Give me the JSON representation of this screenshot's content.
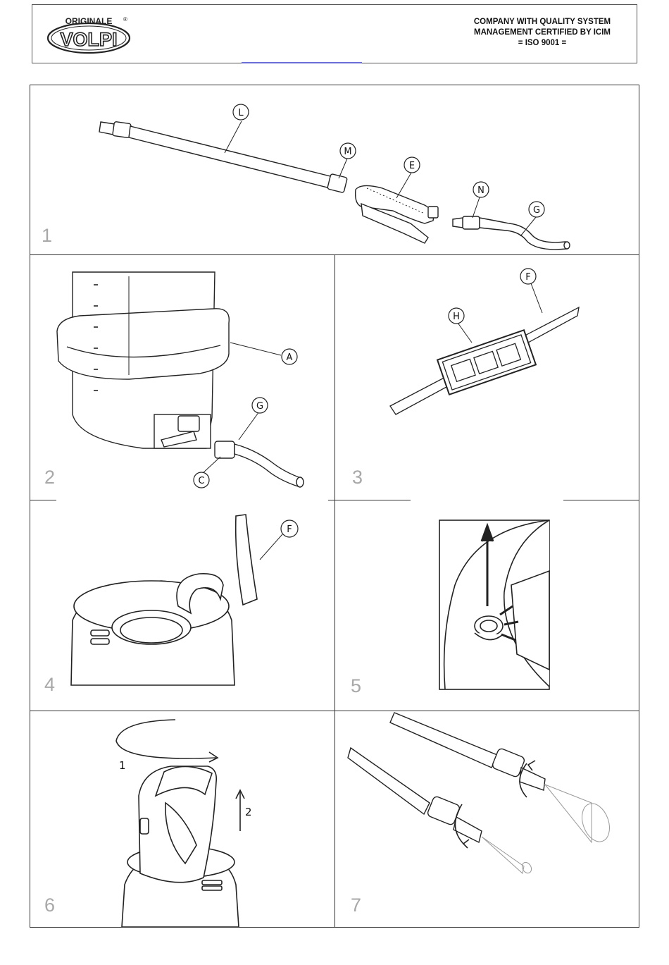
{
  "header": {
    "logo_top": "ORIGINALE",
    "logo_main": "VOLPI",
    "logo_mark": "®",
    "cert_line1": "COMPANY WITH QUALITY SYSTEM",
    "cert_line2": "MANAGEMENT CERTIFIED BY ICIM",
    "cert_line3": "= ISO 9001 ="
  },
  "panels": [
    {
      "number": "1",
      "callouts": [
        "L",
        "M",
        "E",
        "N",
        "G"
      ]
    },
    {
      "number": "2",
      "callouts": [
        "A",
        "G",
        "C"
      ]
    },
    {
      "number": "3",
      "callouts": [
        "F",
        "H"
      ]
    },
    {
      "number": "4",
      "callouts": [
        "F"
      ]
    },
    {
      "number": "5",
      "callouts": []
    },
    {
      "number": "6",
      "steps": [
        "1",
        "2"
      ]
    },
    {
      "number": "7",
      "callouts": []
    }
  ]
}
